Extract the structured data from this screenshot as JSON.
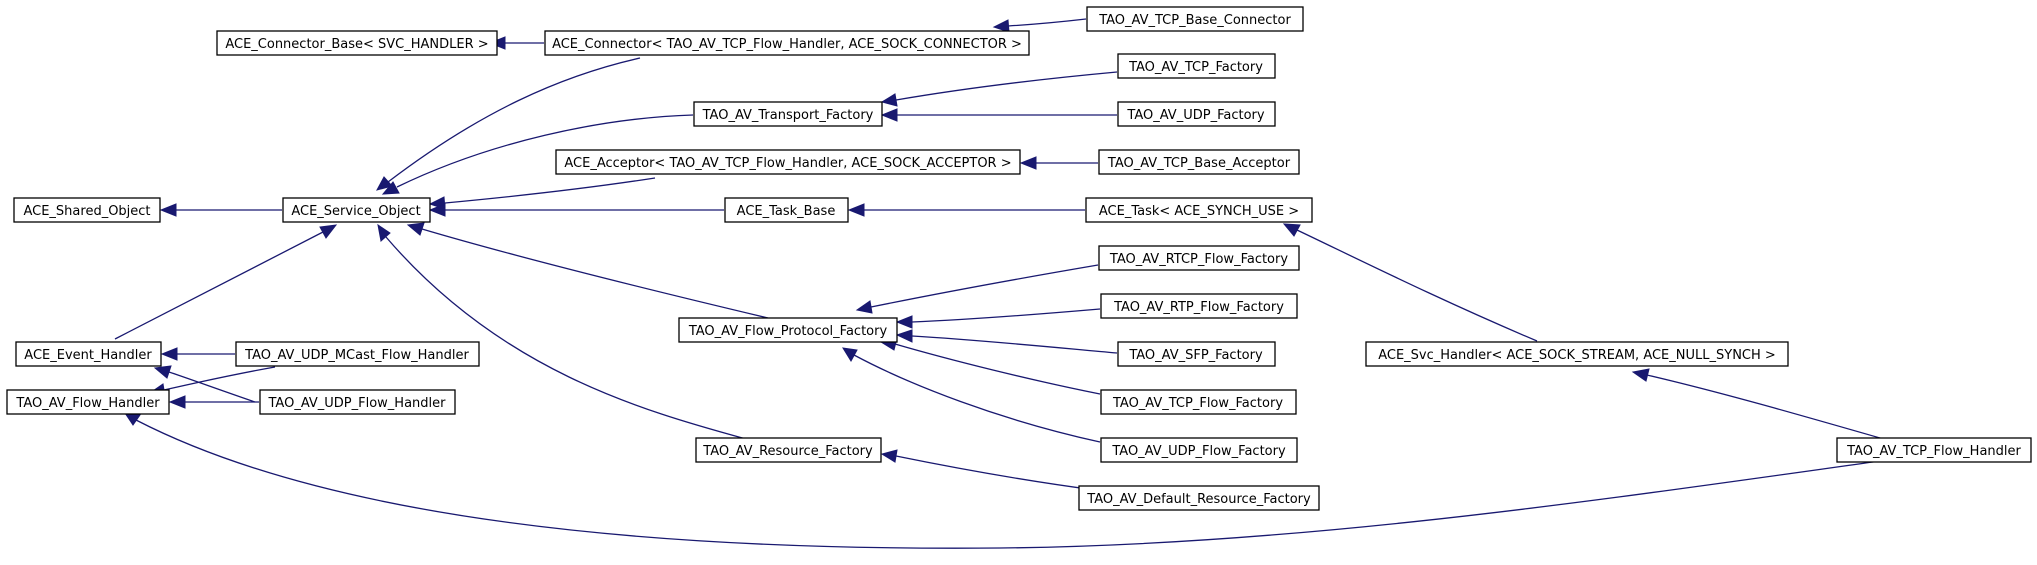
{
  "diagram": {
    "type": "class-inheritance-graph",
    "colors": {
      "edge": "#191970",
      "node_border": "#000000",
      "node_fill": "#ffffff",
      "text": "#000000"
    },
    "nodes": {
      "connector_base": "ACE_Connector_Base< SVC_HANDLER >",
      "connector": "ACE_Connector< TAO_AV_TCP_Flow_Handler, ACE_SOCK_CONNECTOR >",
      "tcp_base_connector": "TAO_AV_TCP_Base_Connector",
      "tcp_factory": "TAO_AV_TCP_Factory",
      "transport_factory": "TAO_AV_Transport_Factory",
      "udp_factory": "TAO_AV_UDP_Factory",
      "acceptor": "ACE_Acceptor< TAO_AV_TCP_Flow_Handler, ACE_SOCK_ACCEPTOR >",
      "tcp_base_acceptor": "TAO_AV_TCP_Base_Acceptor",
      "shared_object": "ACE_Shared_Object",
      "service_object": "ACE_Service_Object",
      "task_base": "ACE_Task_Base",
      "task": "ACE_Task< ACE_SYNCH_USE >",
      "rtcp_flow_factory": "TAO_AV_RTCP_Flow_Factory",
      "rtp_flow_factory": "TAO_AV_RTP_Flow_Factory",
      "flow_protocol_factory": "TAO_AV_Flow_Protocol_Factory",
      "event_handler": "ACE_Event_Handler",
      "udp_mcast_flow_handler": "TAO_AV_UDP_MCast_Flow_Handler",
      "sfp_factory": "TAO_AV_SFP_Factory",
      "svc_handler": "ACE_Svc_Handler< ACE_SOCK_STREAM, ACE_NULL_SYNCH >",
      "flow_handler": "TAO_AV_Flow_Handler",
      "udp_flow_handler": "TAO_AV_UDP_Flow_Handler",
      "tcp_flow_factory": "TAO_AV_TCP_Flow_Factory",
      "resource_factory": "TAO_AV_Resource_Factory",
      "udp_flow_factory": "TAO_AV_UDP_Flow_Factory",
      "tcp_flow_handler": "TAO_AV_TCP_Flow_Handler",
      "default_resource_factory": "TAO_AV_Default_Resource_Factory"
    },
    "edges": [
      {
        "from": "connector",
        "to": "connector_base"
      },
      {
        "from": "tcp_base_connector",
        "to": "connector"
      },
      {
        "from": "connector",
        "to": "service_object"
      },
      {
        "from": "transport_factory",
        "to": "service_object"
      },
      {
        "from": "tcp_factory",
        "to": "transport_factory"
      },
      {
        "from": "udp_factory",
        "to": "transport_factory"
      },
      {
        "from": "acceptor",
        "to": "service_object"
      },
      {
        "from": "tcp_base_acceptor",
        "to": "acceptor"
      },
      {
        "from": "service_object",
        "to": "shared_object"
      },
      {
        "from": "task_base",
        "to": "service_object"
      },
      {
        "from": "task",
        "to": "task_base"
      },
      {
        "from": "svc_handler",
        "to": "task"
      },
      {
        "from": "flow_protocol_factory",
        "to": "service_object"
      },
      {
        "from": "resource_factory",
        "to": "service_object"
      },
      {
        "from": "event_handler",
        "to": "service_object"
      },
      {
        "from": "rtcp_flow_factory",
        "to": "flow_protocol_factory"
      },
      {
        "from": "rtp_flow_factory",
        "to": "flow_protocol_factory"
      },
      {
        "from": "sfp_factory",
        "to": "flow_protocol_factory"
      },
      {
        "from": "tcp_flow_factory",
        "to": "flow_protocol_factory"
      },
      {
        "from": "udp_flow_factory",
        "to": "flow_protocol_factory"
      },
      {
        "from": "udp_mcast_flow_handler",
        "to": "event_handler"
      },
      {
        "from": "udp_flow_handler",
        "to": "event_handler"
      },
      {
        "from": "udp_mcast_flow_handler",
        "to": "flow_handler"
      },
      {
        "from": "udp_flow_handler",
        "to": "flow_handler"
      },
      {
        "from": "tcp_flow_handler",
        "to": "flow_handler"
      },
      {
        "from": "tcp_flow_handler",
        "to": "svc_handler"
      },
      {
        "from": "default_resource_factory",
        "to": "resource_factory"
      }
    ]
  }
}
